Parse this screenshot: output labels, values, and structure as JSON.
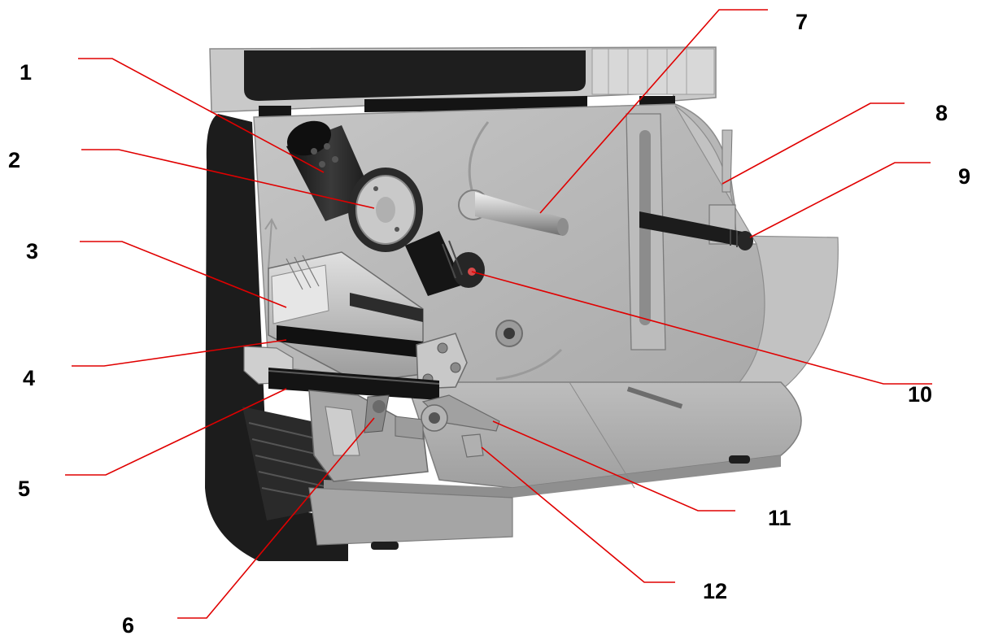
{
  "callouts": [
    {
      "id": "1",
      "label": "1"
    },
    {
      "id": "2",
      "label": "2"
    },
    {
      "id": "3",
      "label": "3"
    },
    {
      "id": "4",
      "label": "4"
    },
    {
      "id": "5",
      "label": "5"
    },
    {
      "id": "6",
      "label": "6"
    },
    {
      "id": "7",
      "label": "7"
    },
    {
      "id": "8",
      "label": "8"
    },
    {
      "id": "9",
      "label": "9"
    },
    {
      "id": "10",
      "label": "10"
    },
    {
      "id": "11",
      "label": "11"
    },
    {
      "id": "12",
      "label": "12"
    }
  ],
  "colors": {
    "leader_line": "#e00000",
    "number_text": "#000000",
    "housing_dark": "#1c1c1c",
    "panel_gray": "#b7b7b7",
    "metal_light": "#d4d4d4",
    "spindle_dark": "#2a2a2a"
  }
}
